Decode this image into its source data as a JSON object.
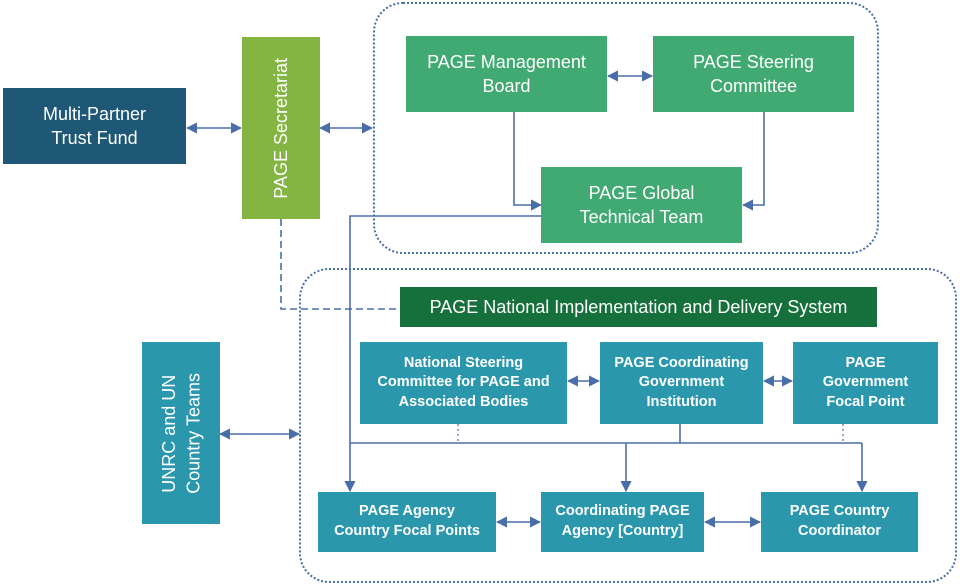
{
  "regions": {
    "global": "global-governance-region",
    "national": "national-delivery-region"
  },
  "boxes": {
    "trust_fund": "Multi-Partner\nTrust Fund",
    "secretariat": "PAGE Secretariat",
    "management_board": "PAGE Management\nBoard",
    "steering_committee": "PAGE Steering\nCommittee",
    "global_technical_team": "PAGE Global\nTechnical Team",
    "national_system": "PAGE National Implementation and Delivery System",
    "unrc": "UNRC and UN\nCountry Teams",
    "national_steering": "National Steering\nCommittee for PAGE and\nAssociated Bodies",
    "coordinating_institution": "PAGE Coordinating\nGovernment\nInstitution",
    "gov_focal_point": "PAGE\nGovernment\nFocal Point",
    "agency_focal_points": "PAGE Agency\nCountry Focal Points",
    "coordinating_agency": "Coordinating PAGE\nAgency [Country]",
    "country_coordinator": "PAGE Country\nCoordinator"
  },
  "colors": {
    "navy": "#1f5877",
    "green": "#41a972",
    "lime": "#84b542",
    "teal": "#2b97ad",
    "dark_green": "#16703b",
    "connector": "#4a6fa8"
  }
}
